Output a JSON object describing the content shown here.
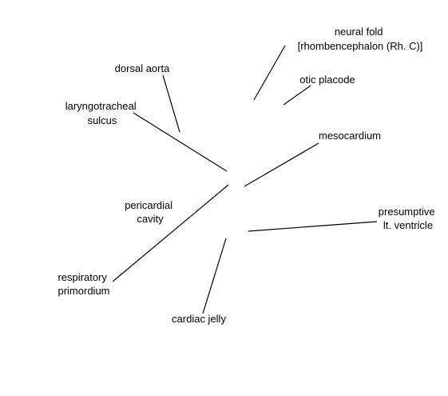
{
  "labels": {
    "neural_fold": [
      "neural fold",
      "[rhombencephalon (Rh. C)]"
    ],
    "otic_placode": [
      "otic placode"
    ],
    "dorsal_aorta": [
      "dorsal aorta"
    ],
    "laryngotracheal_sulcus": [
      "laryngotracheal",
      "sulcus"
    ],
    "mesocardium": [
      "mesocardium"
    ],
    "pericardial_cavity": [
      "pericardial",
      "cavity"
    ],
    "presumptive_lt_ventricle": [
      "presumptive",
      "lt. ventricle"
    ],
    "respiratory_primordium": [
      "respiratory",
      "primordium"
    ],
    "cardiac_jelly": [
      "cardiac jelly"
    ]
  },
  "colors": {
    "background": "#ffffff",
    "ink": "#000000"
  }
}
